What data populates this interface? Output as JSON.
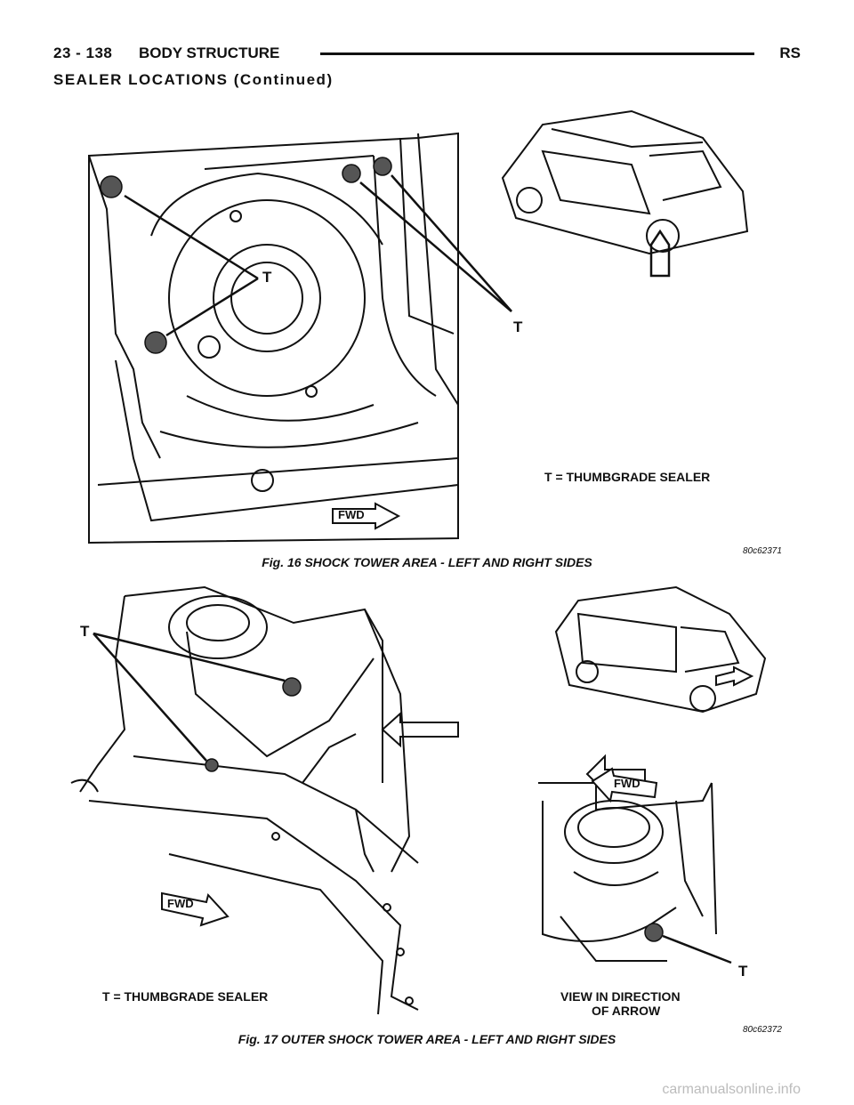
{
  "header": {
    "page_number": "23 - 138",
    "section": "BODY STRUCTURE",
    "code": "RS"
  },
  "subtitle": "SEALER LOCATIONS (Continued)",
  "figure16": {
    "callouts": [
      "T",
      "T"
    ],
    "legend": "T = THUMBGRADE SEALER",
    "fwd": "FWD",
    "code": "80c62371",
    "caption": "Fig. 16 SHOCK TOWER AREA - LEFT AND RIGHT SIDES"
  },
  "figure17": {
    "callout_left": "T",
    "callout_right": "T",
    "legend": "T = THUMBGRADE SEALER",
    "fwd_left": "FWD",
    "fwd_right": "FWD",
    "view_text_1": "VIEW IN DIRECTION",
    "view_text_2": "OF ARROW",
    "code": "80c62372",
    "caption": "Fig. 17 OUTER SHOCK TOWER AREA - LEFT AND RIGHT SIDES"
  },
  "footer": "carmanualsonline.info"
}
